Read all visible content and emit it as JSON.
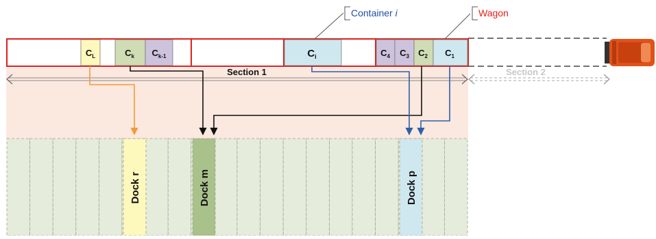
{
  "callouts": {
    "container": {
      "label": "Container",
      "var": "i",
      "color": "#1f4e9c"
    },
    "wagon": {
      "label": "Wagon",
      "color": "#e0201c"
    }
  },
  "sections": {
    "section1": "Section 1",
    "section2": "Section 2"
  },
  "containers": {
    "cL": {
      "base": "C",
      "sub": "L",
      "color": "#fdf8bc"
    },
    "ck": {
      "base": "C",
      "sub": "k",
      "color": "#cfdcb4"
    },
    "ck1": {
      "base": "C",
      "sub": "k-1",
      "color": "#cdc3dc"
    },
    "ci": {
      "base": "C",
      "sub": "i",
      "color": "#cfe8f0"
    },
    "c4": {
      "base": "C",
      "sub": "4",
      "color": "#cdc3dc"
    },
    "c3": {
      "base": "C",
      "sub": "3",
      "color": "#cdc3dc"
    },
    "c2": {
      "base": "C",
      "sub": "2",
      "color": "#cfdcb4"
    },
    "c1": {
      "base": "C",
      "sub": "1",
      "color": "#cfe8f0"
    }
  },
  "docks": {
    "r": {
      "label": "Dock r",
      "color": "#fdf8bc"
    },
    "m": {
      "label": "Dock m",
      "color": "#a9c18b"
    },
    "p": {
      "label": "Dock p",
      "color": "#cfe8f0"
    }
  },
  "colors": {
    "wagon_border": "#e0201c",
    "yard": "#fbe8df",
    "dock_slot": "#e6ecdb",
    "arrow_orange": "#f59a3a",
    "arrow_black": "#111111",
    "arrow_blue": "#2e5fa8",
    "truck": "#e0521a"
  }
}
